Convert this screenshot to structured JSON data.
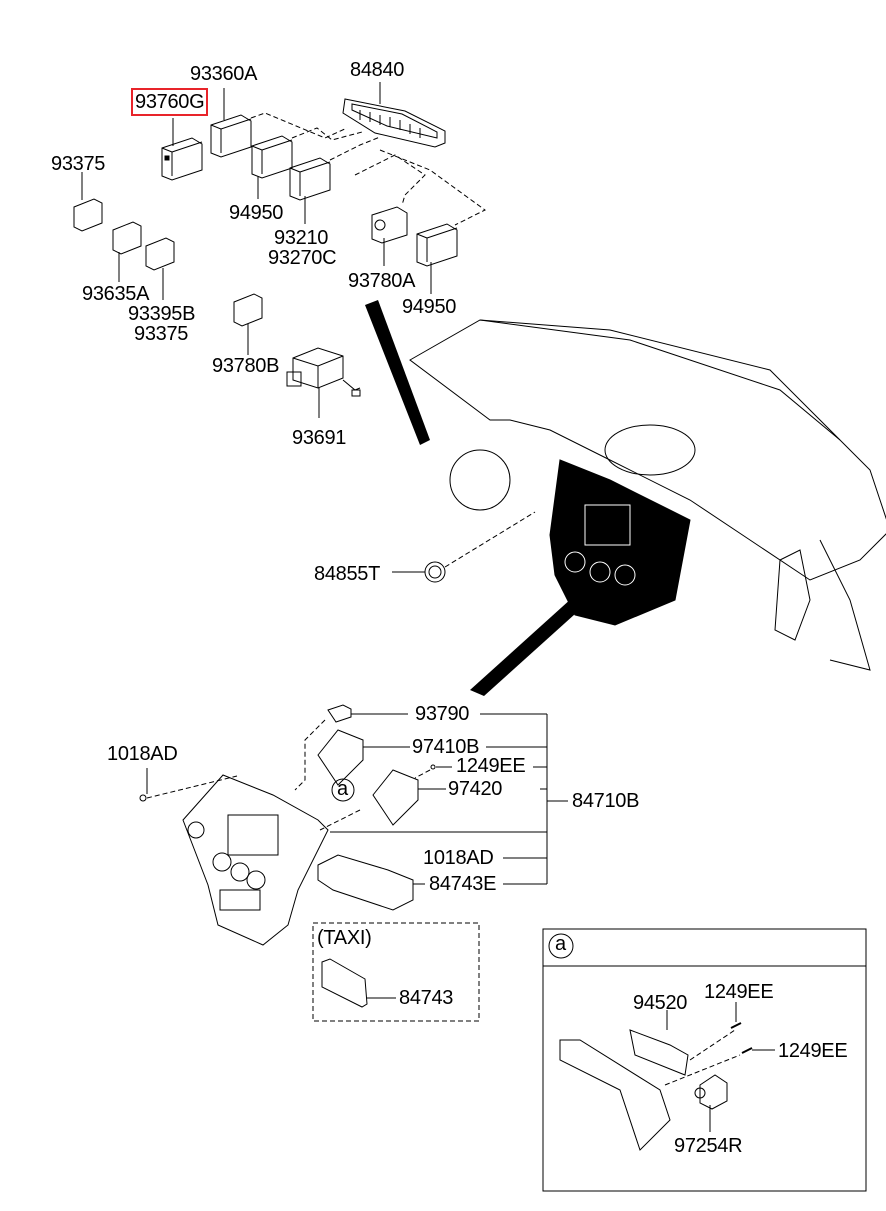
{
  "diagram": {
    "title": "",
    "highlight_color": "#e8242a",
    "highlighted_part": "93760G",
    "labels": {
      "p93360A": "93360A",
      "p84840": "84840",
      "p93760G": "93760G",
      "p93375a": "93375",
      "p94950a": "94950",
      "p93210": "93210",
      "p93270C": "93270C",
      "p93780A": "93780A",
      "p94950b": "94950",
      "p93635A": "93635A",
      "p93395B": "93395B",
      "p93375b": "93375",
      "p93780B": "93780B",
      "p93691": "93691",
      "p84855T": "84855T",
      "p93790": "93790",
      "p97410B": "97410B",
      "p1249EEa": "1249EE",
      "p97420": "97420",
      "p84710B": "84710B",
      "p1018ADa": "1018AD",
      "p1018ADb": "1018AD",
      "p84743E": "84743E",
      "taxi_title": "(TAXI)",
      "p84743": "84743",
      "callout_a": "a",
      "inset_a": "a",
      "p94520": "94520",
      "p1249EEb": "1249EE",
      "p1249EEc": "1249EE",
      "p97254R": "97254R"
    }
  }
}
